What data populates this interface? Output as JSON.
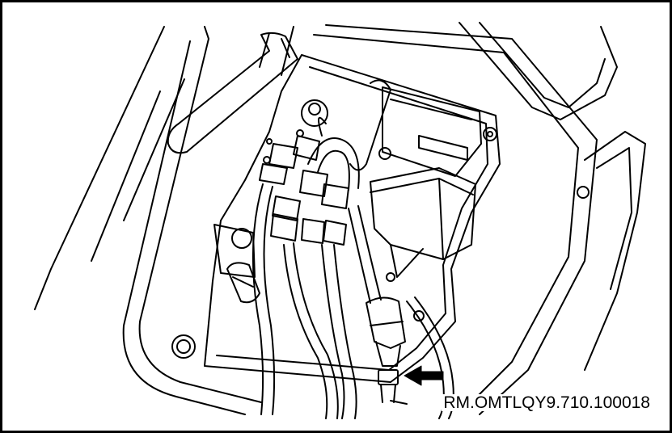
{
  "figure": {
    "reference_code": "RM.OMTLQY9.710.100018",
    "colors": {
      "line": "#000000",
      "background": "#ffffff",
      "fill_light": "#ffffff"
    },
    "callout_arrow": {
      "icon": "solid-left-arrow",
      "points_to": "fuel-line-fitting"
    }
  }
}
